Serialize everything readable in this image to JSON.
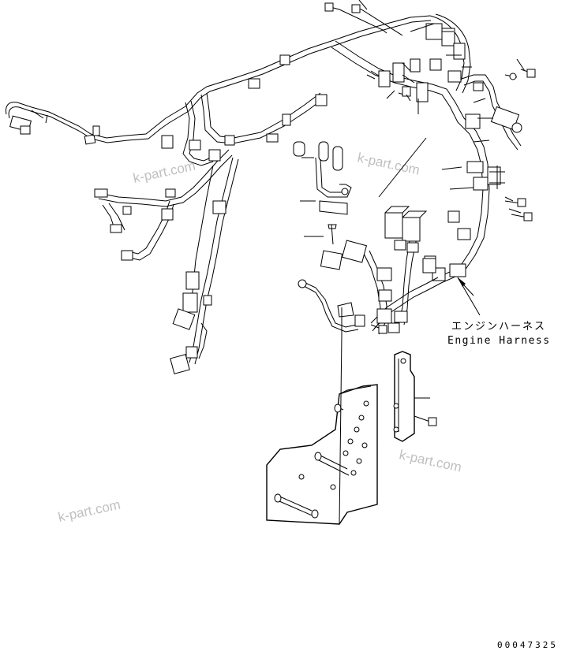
{
  "diagram": {
    "callout": {
      "jp": "エンジンハーネス",
      "en": "Engine Harness"
    },
    "figure_number": "00047325",
    "watermarks": [
      "k-part.com",
      "k-part.com",
      "k-part.com",
      "k-part.com"
    ]
  }
}
